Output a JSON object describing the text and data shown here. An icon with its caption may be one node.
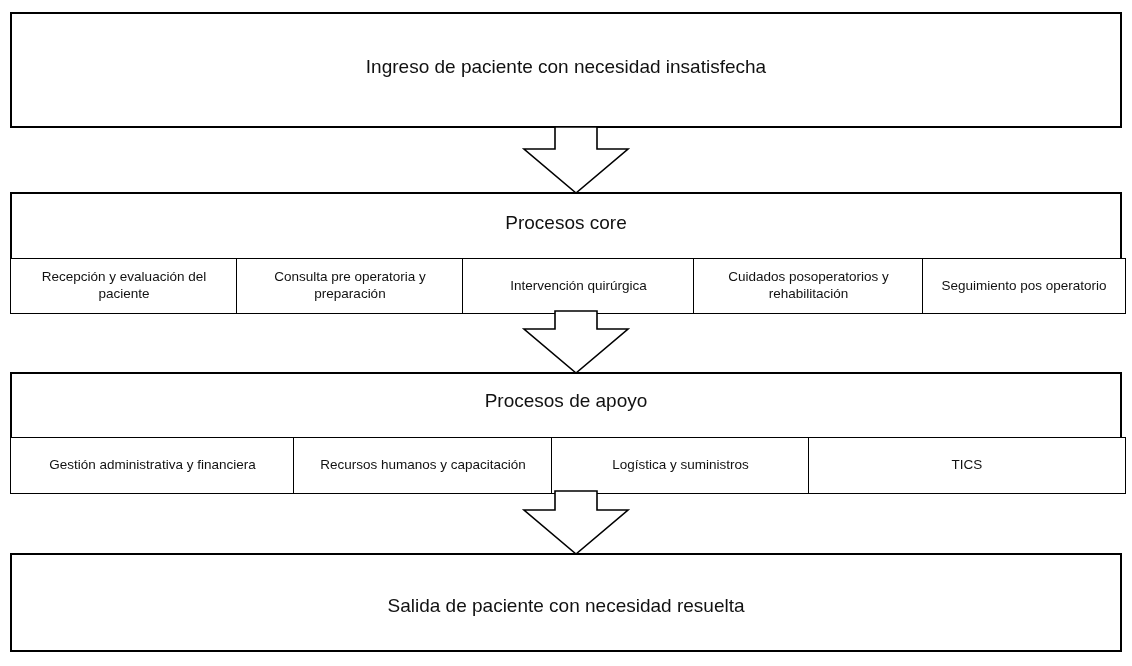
{
  "diagram": {
    "nodes": [
      {
        "text": [
          "Ingreso de paciente con necesidad insatisfecha"
        ]
      },
      {
        "text": [
          "Procesos core"
        ]
      },
      {
        "text": [
          "Recepción y evaluación del paciente"
        ],
        "in": 1
      },
      {
        "text": [
          "Consulta pre operatoria y preparación"
        ],
        "in": 1
      },
      {
        "text": [
          "Intervención quirúrgica"
        ],
        "in": 1
      },
      {
        "text": [
          "Cuidados posoperatorios y rehabilitación"
        ],
        "in": 1
      },
      {
        "text": [
          "Seguimiento pos operatorio"
        ],
        "in": 1
      },
      {
        "text": [
          "Procesos de apoyo"
        ]
      },
      {
        "text": [
          "Gestión administrativa y financiera"
        ],
        "in": 7
      },
      {
        "text": [
          "Recursos humanos y capacitación"
        ],
        "in": 7
      },
      {
        "text": [
          "Logística y suministros"
        ],
        "in": 7
      },
      {
        "text": [
          "TICS"
        ],
        "in": 7
      },
      {
        "text": [
          "Salida de paciente con necesidad resuelta"
        ]
      }
    ],
    "edges": [
      {
        "from": 0,
        "to": 1,
        "arrow": "to"
      },
      {
        "from": 1,
        "to": 7,
        "arrow": "to"
      },
      {
        "from": 7,
        "to": 12,
        "arrow": "to"
      }
    ]
  }
}
